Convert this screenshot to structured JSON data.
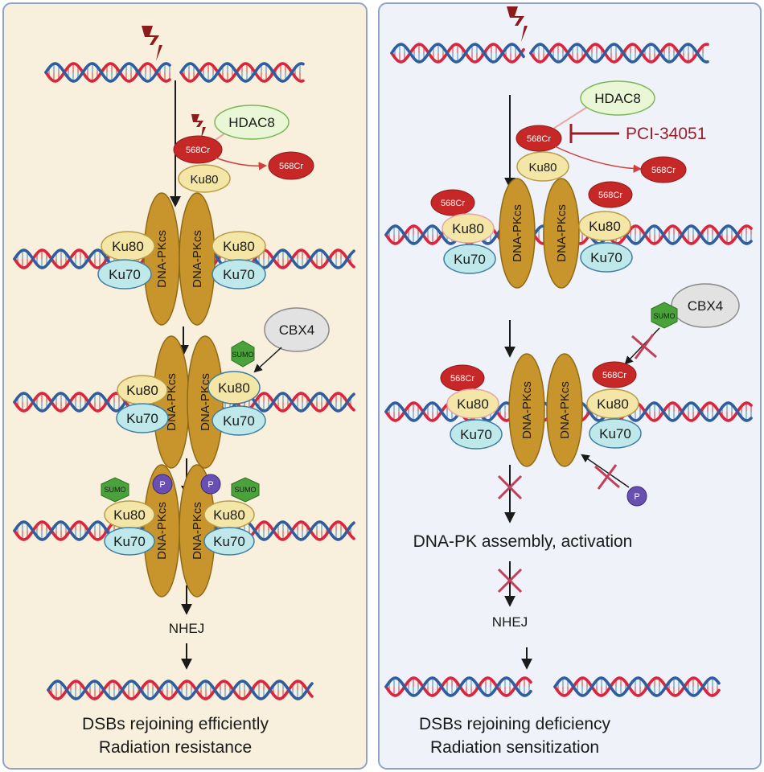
{
  "labels": {
    "hdac8": "HDAC8",
    "cr": "568Cr",
    "ku80": "Ku80",
    "ku70": "Ku70",
    "dnapkcs": "DNA-PKcs",
    "cbx4": "CBX4",
    "sumo": "SUMO",
    "p": "P",
    "nhej": "NHEJ",
    "inhibitor": "PCI-34051"
  },
  "left": {
    "outcome1": "DSBs rejoining efficiently",
    "outcome2": "Radiation resistance"
  },
  "right": {
    "assembly": "DNA-PK assembly, activation",
    "outcome1": "DSBs rejoining deficiency",
    "outcome2": "Radiation sensitization"
  },
  "colors": {
    "left_bg": "#f8f0dc",
    "right_bg": "#eff2f8",
    "panel_border": "#8fa4c8",
    "dna_red": "#d7263d",
    "dna_blue": "#2f5d9e",
    "dnapkcs": "#c8952d",
    "ku80": "#f3e6a6",
    "ku70": "#bfe8ea",
    "cr": "#c62828",
    "hdac8": "#e9f7d6",
    "cbx4": "#e2e2e2",
    "sumo": "#4aa33a",
    "p": "#6a4fb3",
    "cross": "#c0405a",
    "inhibit": "#9b1d2a"
  }
}
